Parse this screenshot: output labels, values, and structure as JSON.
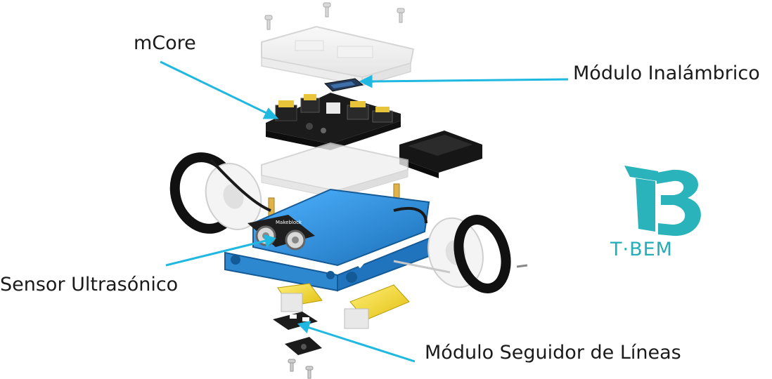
{
  "labels": {
    "mcore": "mCore",
    "wireless_module": "Módulo Inalámbrico",
    "ultrasonic_sensor": "Sensor Ultrasónico",
    "line_follower": "Módulo Seguidor de Líneas"
  },
  "logo": {
    "text": "T·BEM",
    "color": "#2ab3bb"
  },
  "pcb_label": "Makeblock",
  "colors": {
    "leader_line": "#1fb8e0",
    "chassis": "#2a8fd6",
    "board": "#1b1b1b",
    "tire": "#111111",
    "wheel_hub": "#f2f2f2",
    "motor": "#f1d21c"
  }
}
